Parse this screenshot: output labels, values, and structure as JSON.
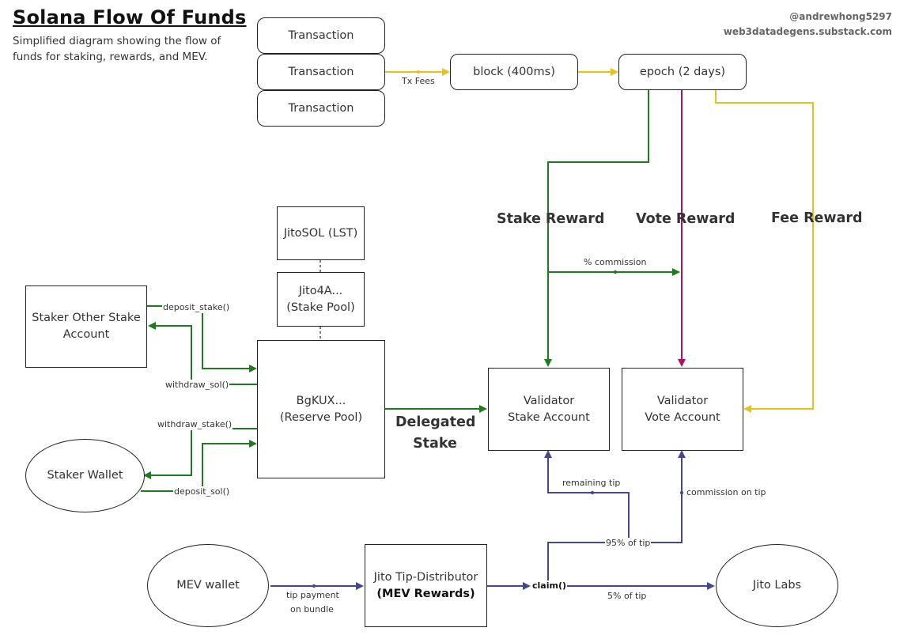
{
  "header": {
    "title": "Solana Flow Of Funds",
    "subtitle": "Simplified diagram showing the flow of funds for staking, rewards, and MEV.",
    "handle": "@andrewhong5297",
    "site": "web3datadegens.substack.com"
  },
  "nodes": {
    "transaction_1": "Transaction",
    "transaction_2": "Transaction",
    "transaction_3": "Transaction",
    "block": "block (400ms)",
    "epoch": "epoch (2 days)",
    "jitosol": "JitoSOL (LST)",
    "stake_pool_line1": "Jito4A...",
    "stake_pool_line2": "(Stake Pool)",
    "staker_other_line1": "Staker Other Stake",
    "staker_other_line2": "Account",
    "reserve_pool_line1": "BgKUX...",
    "reserve_pool_line2": "(Reserve Pool)",
    "staker_wallet": "Staker Wallet",
    "validator_stake_line1": "Validator",
    "validator_stake_line2": "Stake Account",
    "validator_vote_line1": "Validator",
    "validator_vote_line2": "Vote Account",
    "mev_wallet": "MEV wallet",
    "tip_distributor_line1": "Jito Tip-Distributor",
    "tip_distributor_line2": "(MEV Rewards)",
    "jito_labs": "Jito Labs"
  },
  "labels": {
    "tx_fees": "Tx Fees",
    "stake_reward": "Stake Reward",
    "vote_reward": "Vote Reward",
    "fee_reward": "Fee Reward",
    "commission": "% commission",
    "deposit_stake": "deposit_stake()",
    "withdraw_sol": "withdraw_sol()",
    "withdraw_stake": "withdraw_stake()",
    "deposit_sol": "deposit_sol()",
    "delegated_stake_line1": "Delegated",
    "delegated_stake_line2": "Stake",
    "remaining_tip": "remaining tip",
    "commission_on_tip": "commission on tip",
    "ninety_five_tip": "95% of tip",
    "claim": "claim()",
    "five_tip": "5% of tip",
    "tip_payment_line1": "tip payment",
    "tip_payment_line2": "on bundle"
  },
  "colors": {
    "fees": "#e8c21c",
    "stake": "#1e7b1e",
    "vote": "#b0135a",
    "mev": "#46478f",
    "border": "#222222"
  }
}
